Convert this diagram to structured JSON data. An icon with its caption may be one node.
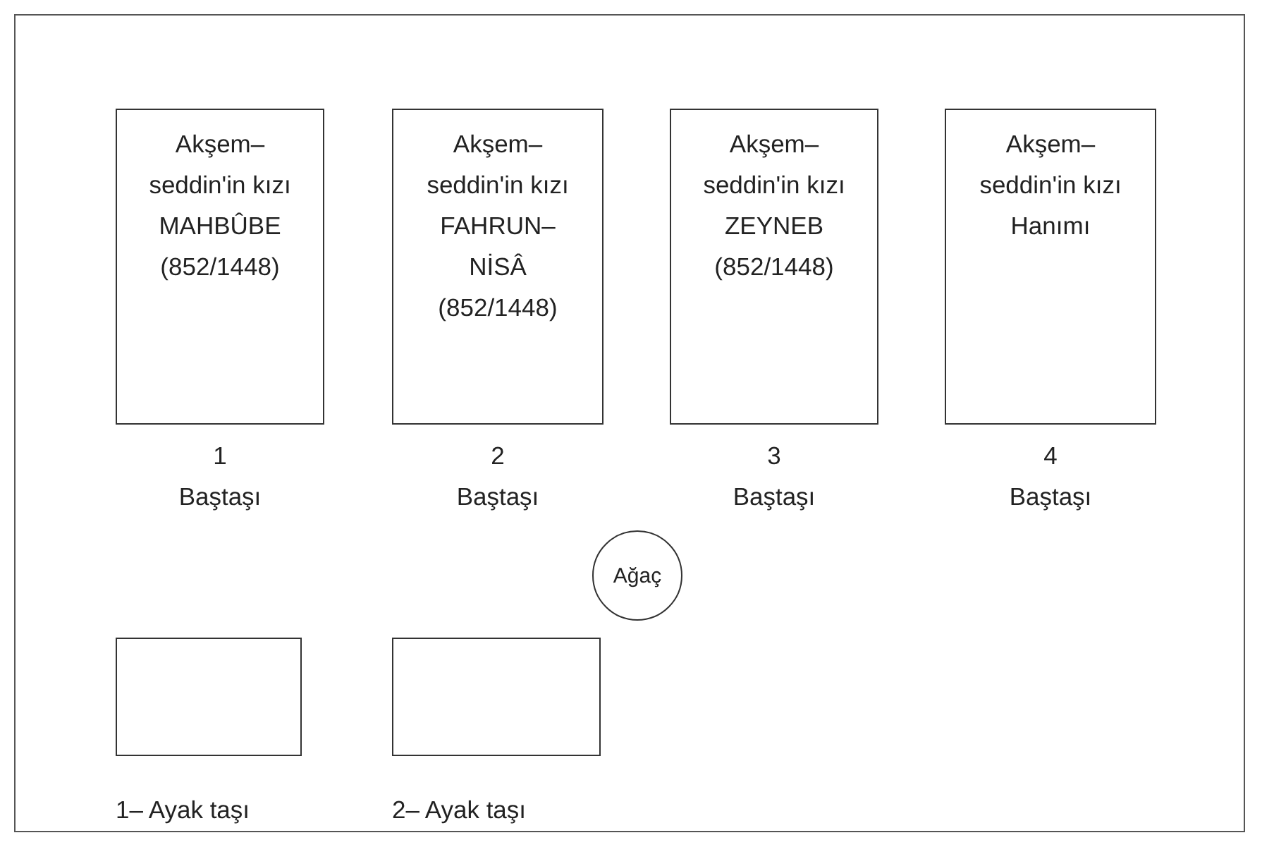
{
  "diagram": {
    "nodes": [
      {
        "text": [
          "Akşem– seddin'in kızı MAHBÛBE (852/1448)"
        ],
        "beside": [
          "1",
          "Baştaşı"
        ]
      },
      {
        "text": [
          "Akşem– seddin'in kızı FAHRUN– NİSÂ (852/1448)"
        ],
        "beside": [
          "2",
          "Baştaşı"
        ]
      },
      {
        "text": [
          "Akşem– seddin'in kızı ZEYNEB (852/1448)"
        ],
        "beside": [
          "3",
          "Baştaşı"
        ]
      },
      {
        "text": [
          "Akşem– seddin'in kızı Hanımı"
        ],
        "beside": [
          "4",
          "Baştaşı"
        ]
      },
      {
        "text": [
          "Ağaç"
        ]
      },
      {
        "text": [],
        "shape": "box",
        "beside": [
          "1– Ayak taşı"
        ]
      },
      {
        "text": [],
        "shape": "box",
        "beside": [
          "2– Ayak taşı"
        ]
      }
    ]
  }
}
